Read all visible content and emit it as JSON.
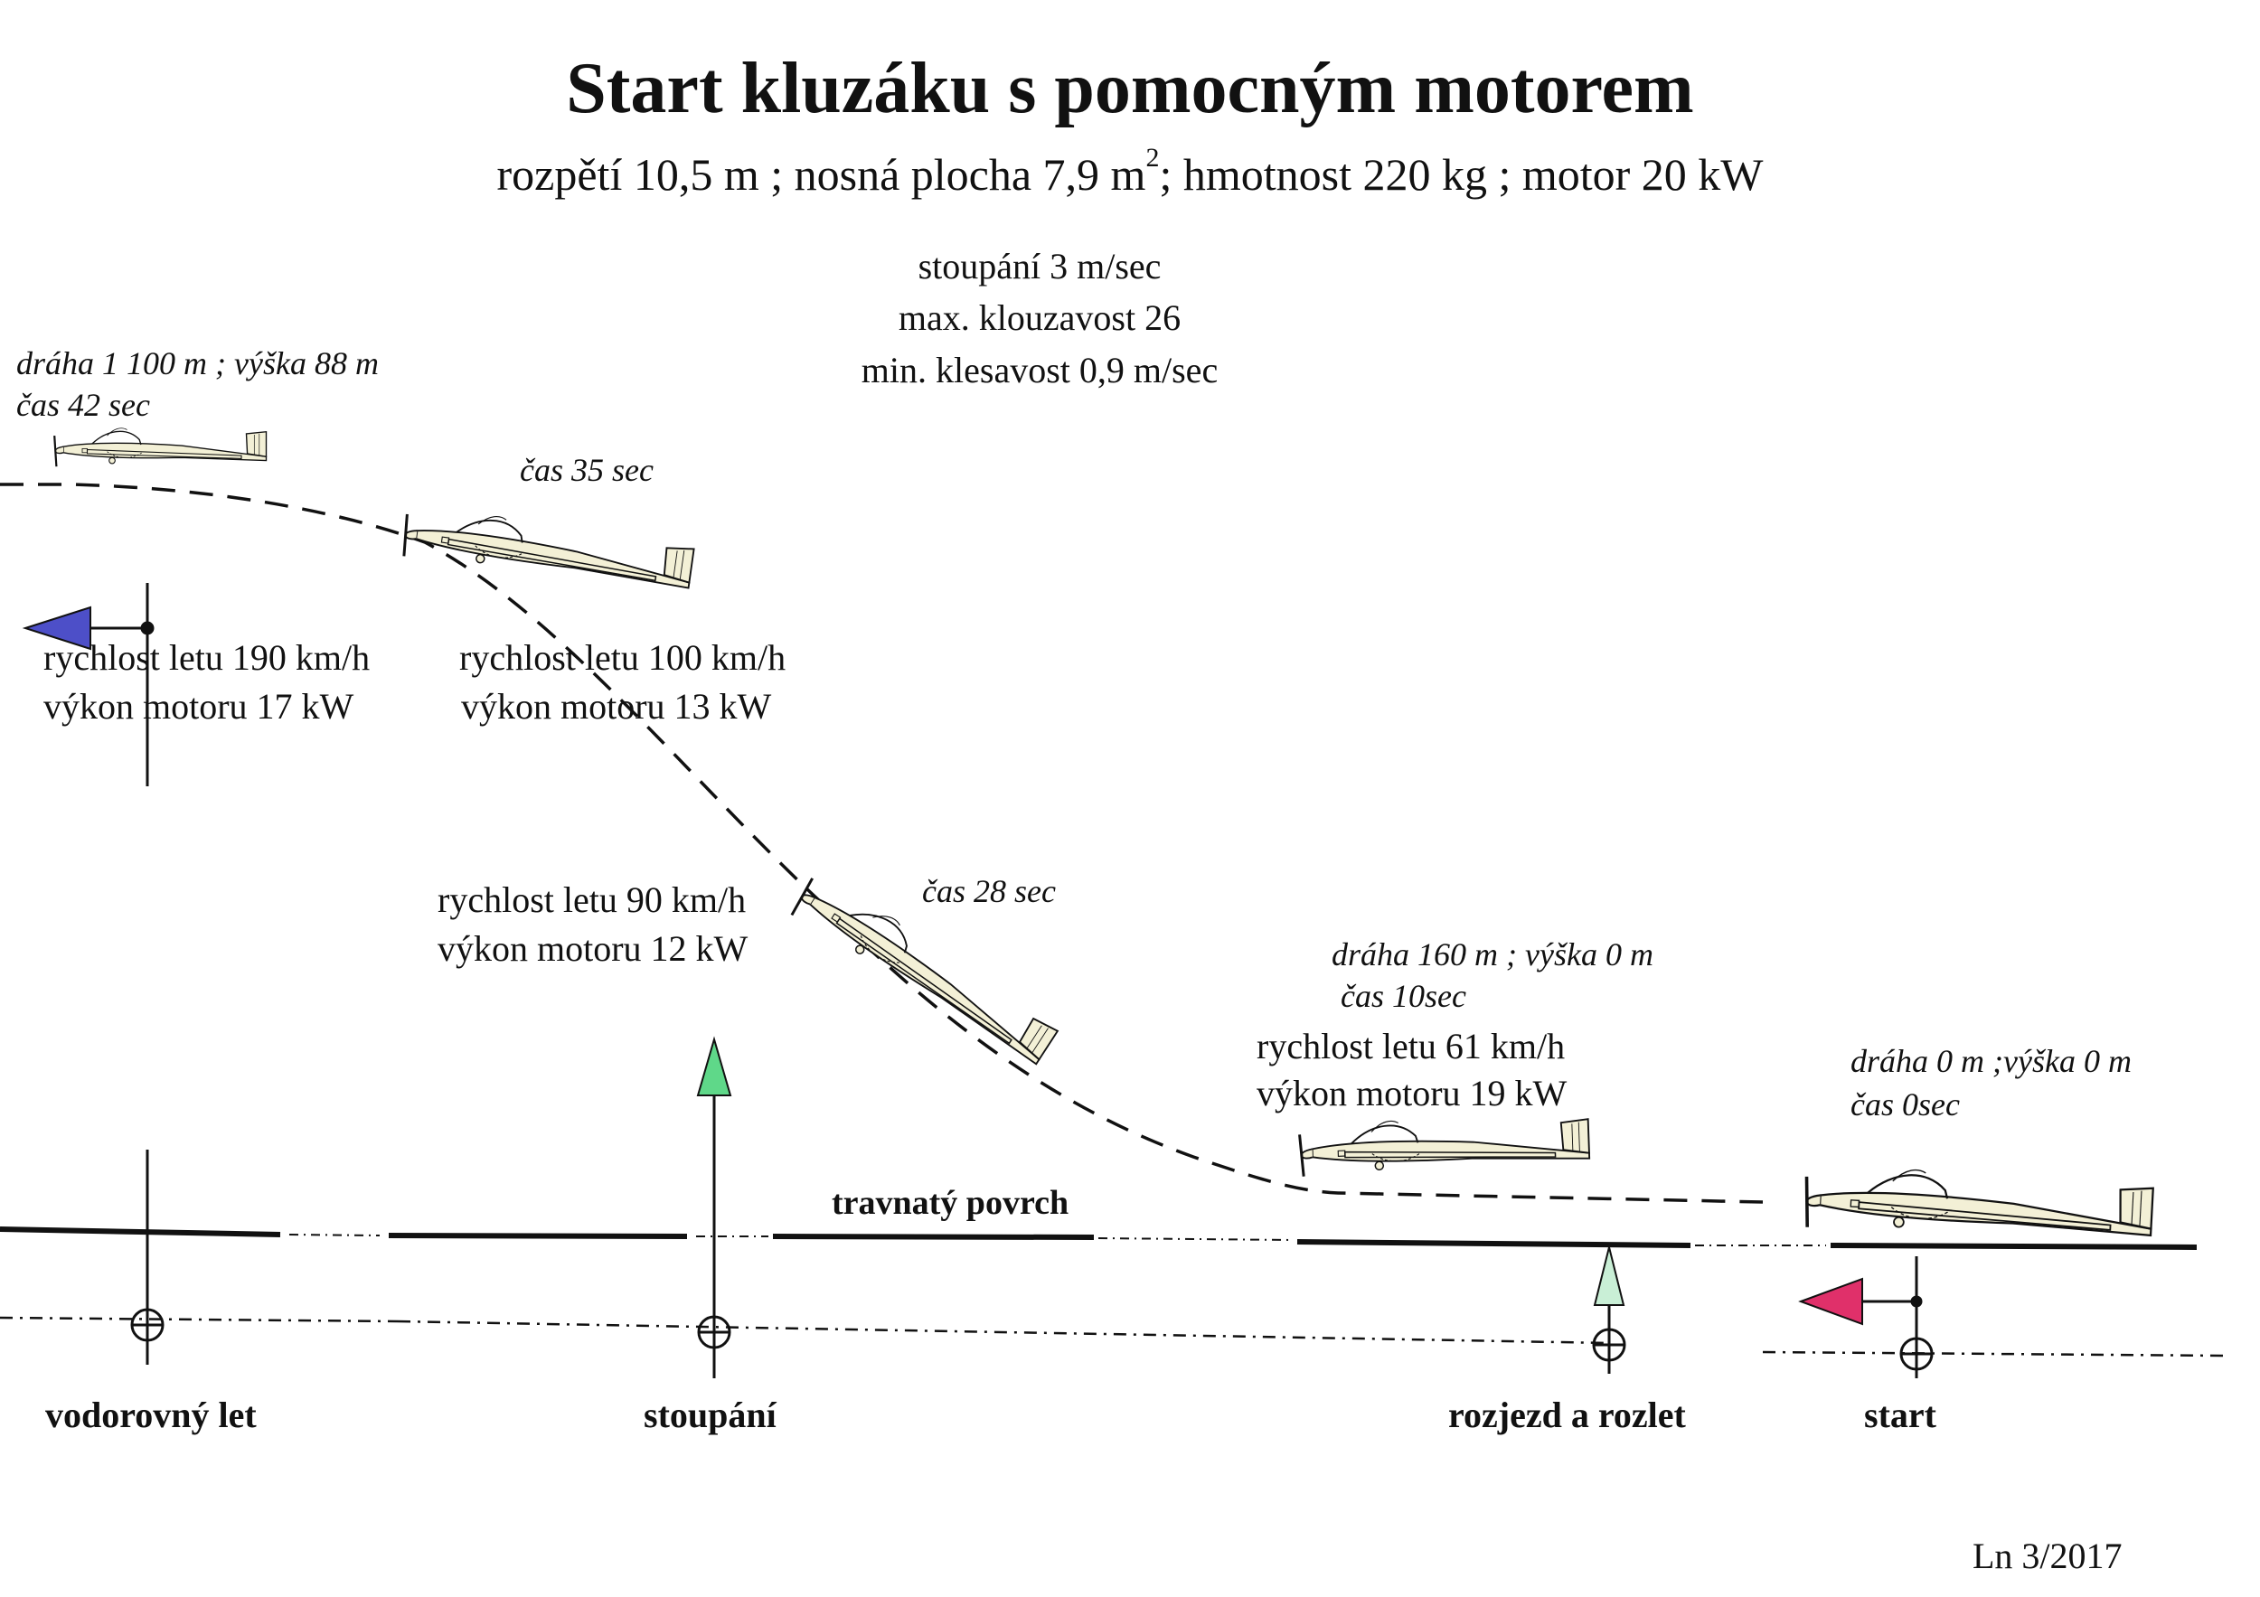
{
  "title": "Start kluzáku s pomocným motorem",
  "subtitle": {
    "before_sup": "rozpětí   10,5 m ; nosná plocha  7,9 m",
    "sup": "2",
    "after_sup": "; hmotnost  220 kg ;  motor  20 kW"
  },
  "performance": {
    "climb": "stoupání  3 m/sec",
    "glide": "max. klouzavost   26",
    "sink": "min. klesavost    0,9 m/sec"
  },
  "positions": [
    {
      "line1": "dráha  1 100 m ; výška  88 m",
      "line2": "čas      42 sec"
    },
    {
      "line1": "čas  35 sec"
    },
    {
      "line1": "čas  28 sec"
    },
    {
      "line1": "dráha  160 m ; výška  0 m",
      "line2": "čas  10sec"
    },
    {
      "line1": "dráha   0 m ;výška    0 m",
      "line2": "čas        0sec"
    }
  ],
  "flight_data": [
    {
      "speed": "rychlost letu 190 km/h",
      "power": "výkon motoru 17 kW"
    },
    {
      "speed": "rychlost letu     100 km/h",
      "power": "výkon motoru    13 kW"
    },
    {
      "speed": "rychlost letu   90 km/h",
      "power": "výkon motoru       12 kW"
    },
    {
      "speed": "rychlost letu   61 km/h",
      "power": "výkon motoru 19 kW"
    }
  ],
  "surface_label": "travnatý povrch",
  "stages": [
    "vodorovný let",
    "stoupání",
    "rozjezd a rozlet",
    "start"
  ],
  "signature": "Ln 3/2017",
  "colors": {
    "aircraft_fill": "#f3f0d6",
    "ink": "#111111",
    "flag_horizontal": "#4d4fc8",
    "arrow_climb": "#5fd889",
    "arrow_takeoff": "#c9efd6",
    "flag_start": "#e0306a"
  }
}
